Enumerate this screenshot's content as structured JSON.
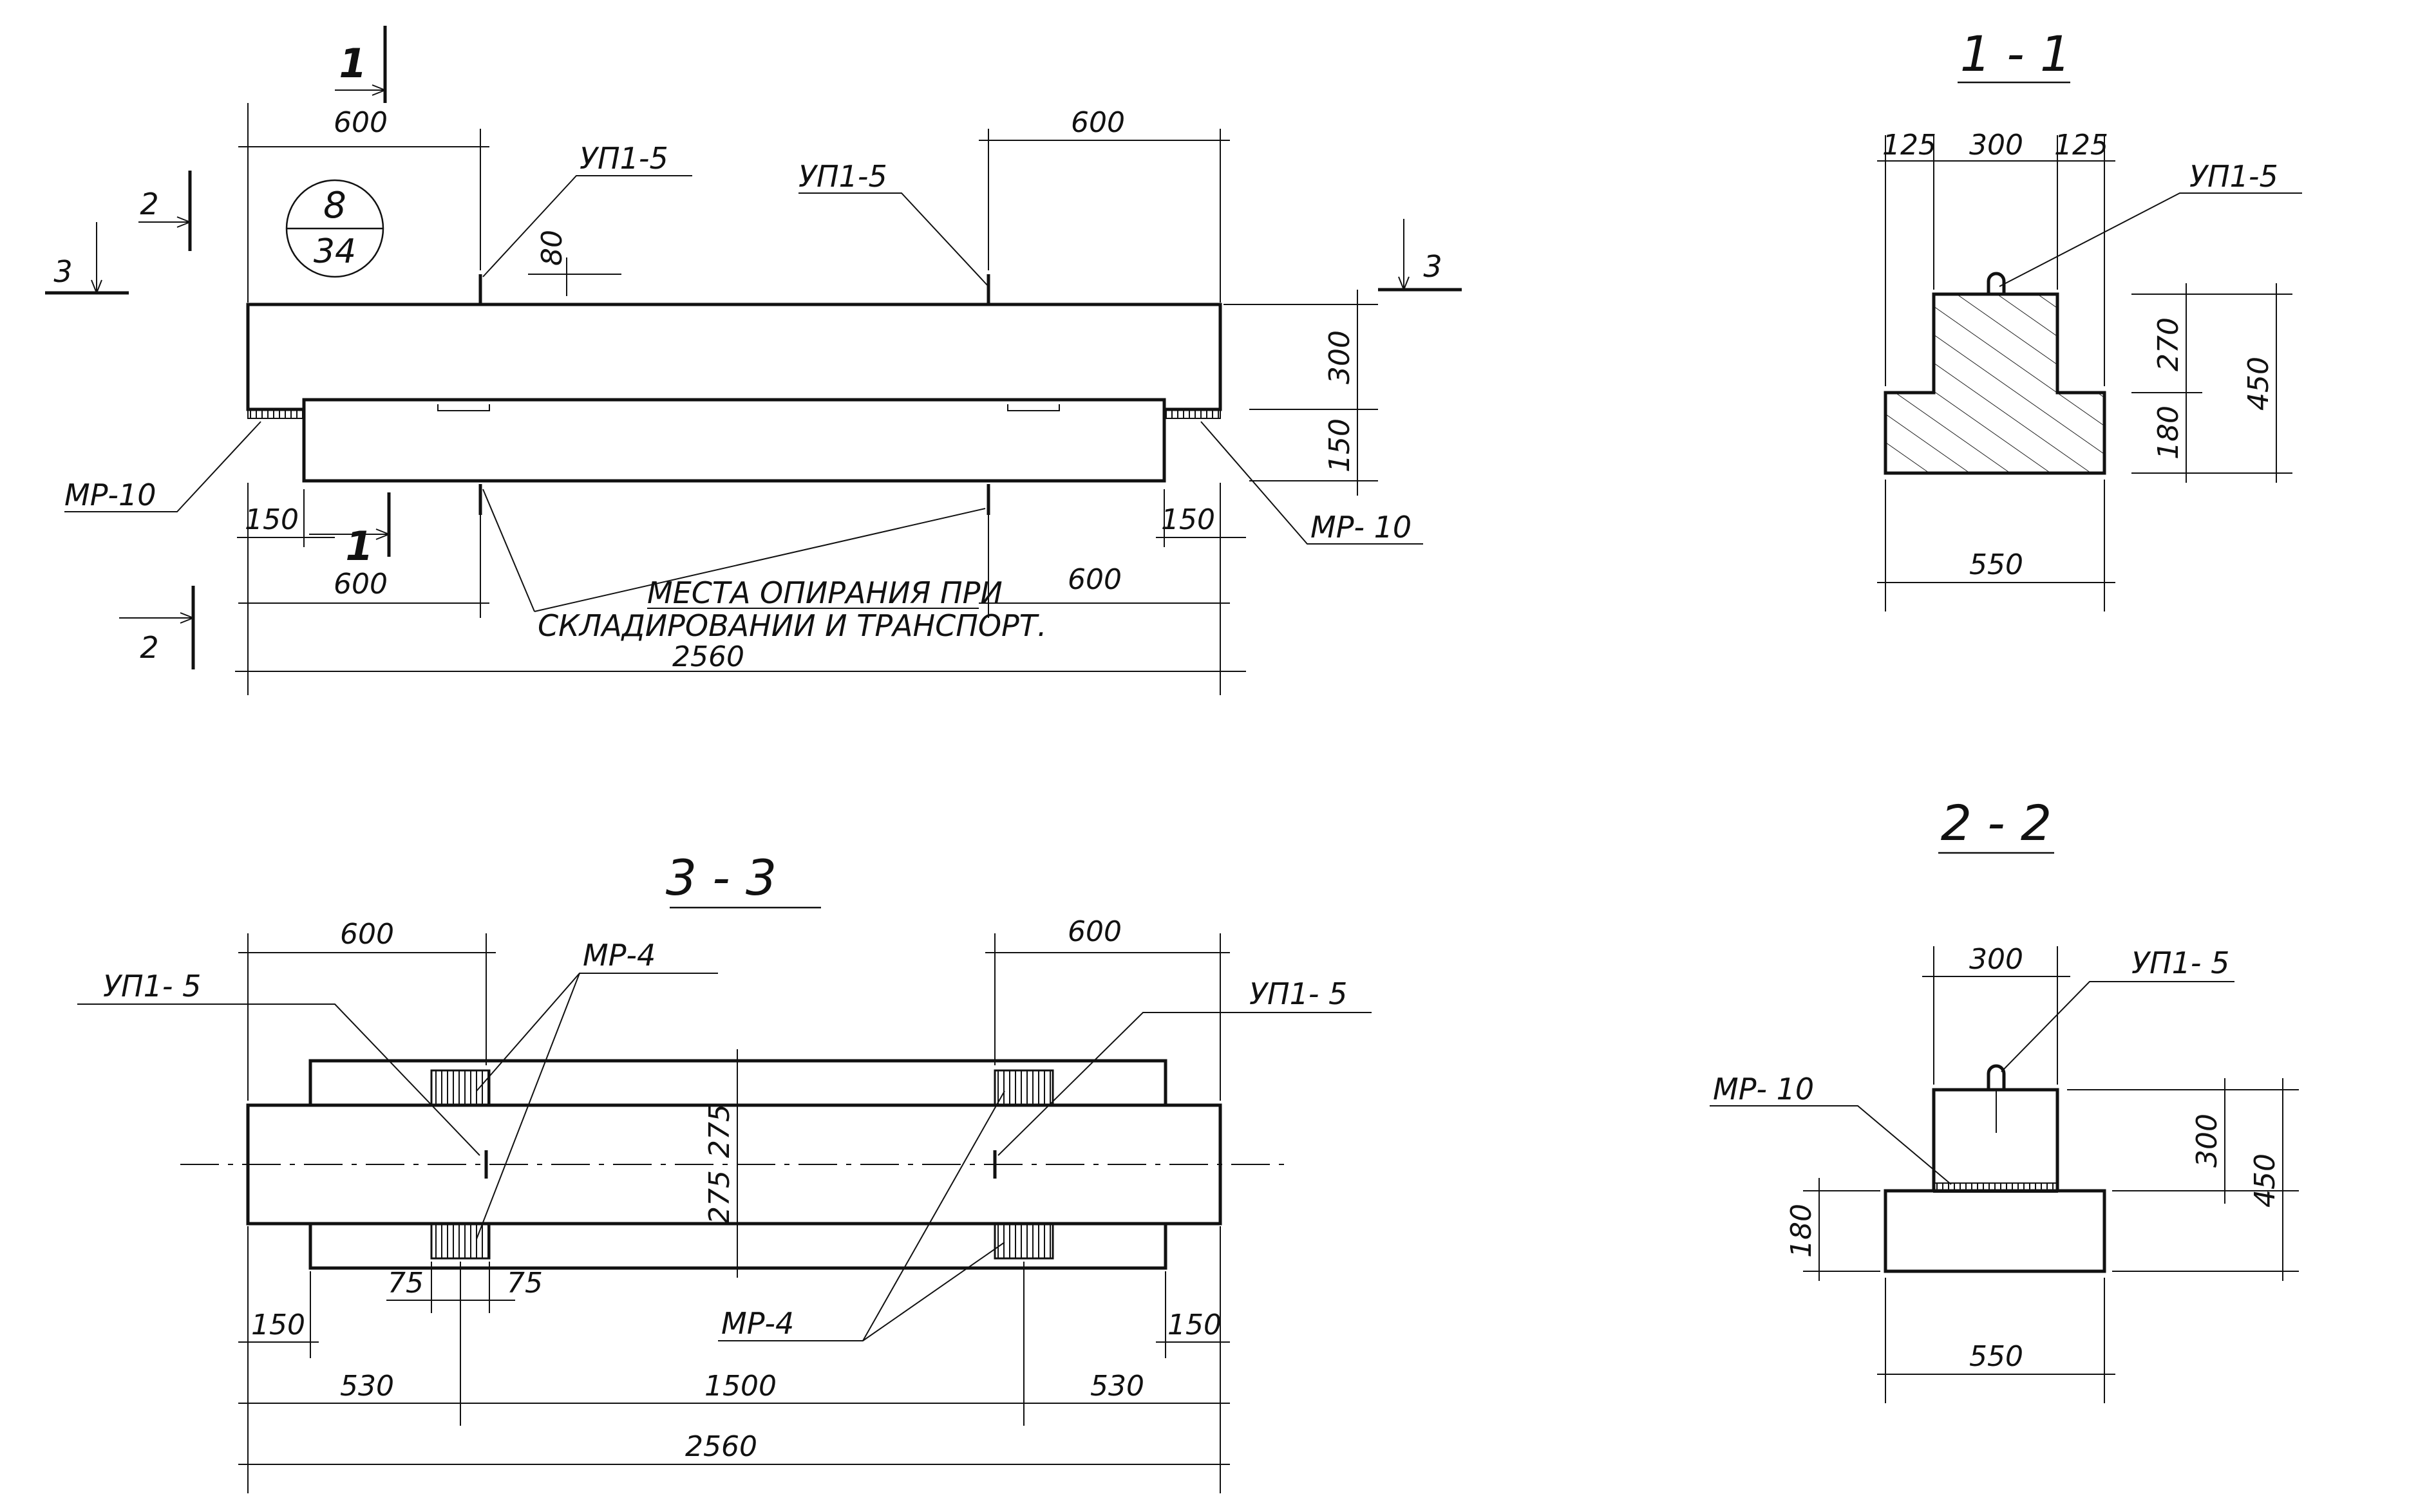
{
  "sheet_ref": {
    "top": "8",
    "bottom": "34"
  },
  "section_marks": {
    "s1": "1",
    "s2": "2",
    "s3": "3"
  },
  "section_titles": {
    "s11": "1 - 1",
    "s22": "2 - 2",
    "s33": "3 - 3"
  },
  "labels": {
    "up15": "УП1-5",
    "up15_spaced": "УП1- 5",
    "mr10": "МР-10",
    "mr10_spaced": "МР- 10",
    "mr4": "МР-4",
    "support_line1": "МЕСТА ОПИРАНИЯ ПРИ",
    "support_line2": "СКЛАДИРОВАНИИ И ТРАНСПОРТ."
  },
  "dims": {
    "d600": "600",
    "d80": "80",
    "d300": "300",
    "d150": "150",
    "d2560": "2560",
    "d125": "125",
    "d270": "270",
    "d180": "180",
    "d450": "450",
    "d550": "550",
    "d275": "275",
    "d75": "75",
    "d530": "530",
    "d1500": "1500"
  }
}
